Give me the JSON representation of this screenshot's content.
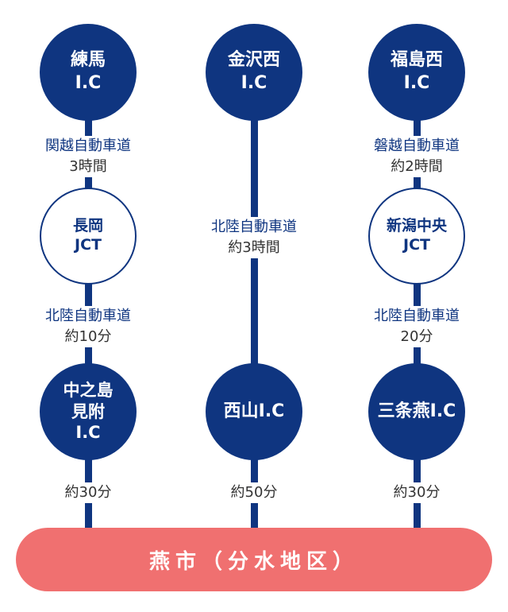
{
  "colors": {
    "navy": "#0f3580",
    "destination": "#f07070",
    "time_text": "#333333"
  },
  "routes": [
    {
      "nodes": [
        {
          "lines": [
            "練馬",
            "I.C"
          ],
          "style": "filled"
        },
        {
          "lines": [
            "長岡",
            "JCT"
          ],
          "style": "outline"
        },
        {
          "lines": [
            "中之島",
            "見附",
            "I.C"
          ],
          "style": "filled"
        }
      ],
      "segments": [
        {
          "road": "関越自動車道",
          "time": "3時間"
        },
        {
          "road": "北陸自動車道",
          "time": "約10分"
        },
        {
          "road": "",
          "time": "約30分"
        }
      ]
    },
    {
      "nodes": [
        {
          "lines": [
            "金沢西",
            "I.C"
          ],
          "style": "filled"
        },
        {
          "lines": [
            "西山I.C"
          ],
          "style": "filled"
        }
      ],
      "segments": [
        {
          "road": "北陸自動車道",
          "time": "約3時間"
        },
        {
          "road": "",
          "time": "約50分"
        }
      ]
    },
    {
      "nodes": [
        {
          "lines": [
            "福島西",
            "I.C"
          ],
          "style": "filled"
        },
        {
          "lines": [
            "新潟中央",
            "JCT"
          ],
          "style": "outline"
        },
        {
          "lines": [
            "三条燕I.C"
          ],
          "style": "filled"
        }
      ],
      "segments": [
        {
          "road": "磐越自動車道",
          "time": "約2時間"
        },
        {
          "road": "北陸自動車道",
          "time": "20分"
        },
        {
          "road": "",
          "time": "約30分"
        }
      ]
    }
  ],
  "destination": "燕市（分水地区）"
}
